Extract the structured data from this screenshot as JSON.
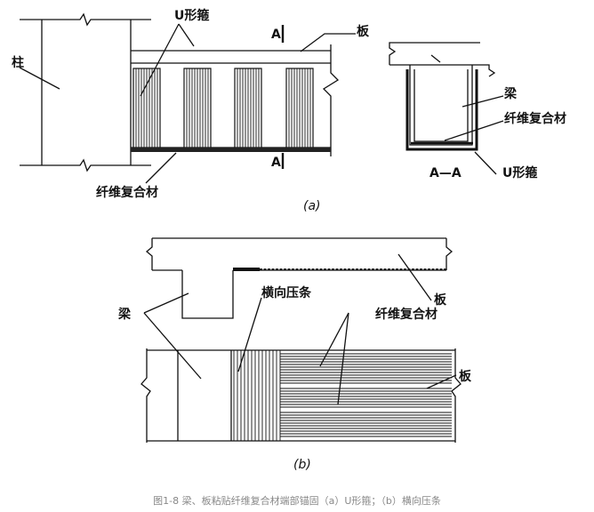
{
  "diagram_a": {
    "column_label": "柱",
    "u_hoop_label": "U形箍",
    "section_mark_top": "A",
    "section_mark_bottom": "A",
    "slab_label": "板",
    "beam_label": "梁",
    "frp_label_right": "纤维复合材",
    "frp_label_left": "纤维复合材",
    "section_title": "A—A",
    "u_hoop_label_section": "U形箍",
    "caption": "(a)"
  },
  "diagram_b": {
    "transverse_strip_label": "横向压条",
    "beam_label": "梁",
    "frp_label": "纤维复合材",
    "slab_label_top": "板",
    "slab_label_bottom": "板",
    "caption": "(b)"
  },
  "figure_caption": "图1-8 梁、板粘贴纤维复合材端部锚固（a）U形箍；（b）横向压条"
}
